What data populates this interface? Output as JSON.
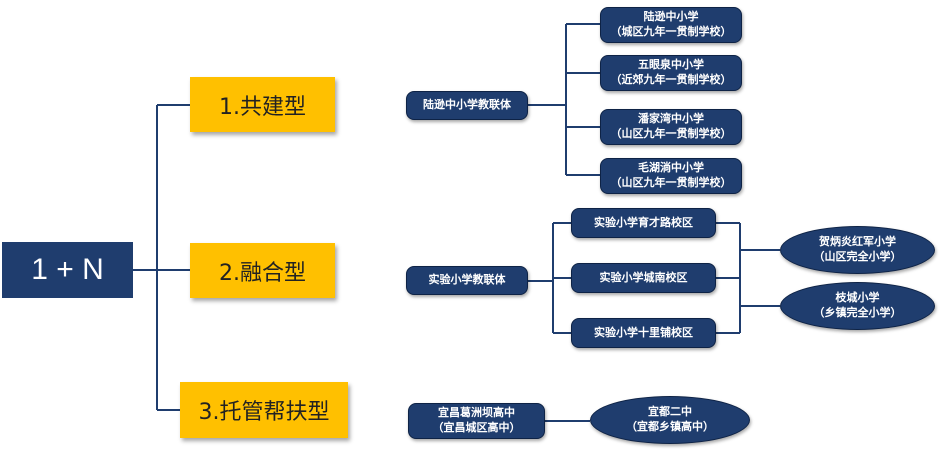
{
  "root": {
    "label": "1 + N"
  },
  "categories": [
    {
      "label": "1.共建型"
    },
    {
      "label": "2.融合型"
    },
    {
      "label": "3.托管帮扶型"
    }
  ],
  "groups": {
    "group1": {
      "alliance": {
        "line1": "陆逊中小学教联体"
      },
      "members": [
        {
          "line1": "陆逊中小学",
          "line2": "（城区九年一贯制学校）"
        },
        {
          "line1": "五眼泉中小学",
          "line2": "（近郊九年一贯制学校）"
        },
        {
          "line1": "潘家湾中小学",
          "line2": "（山区九年一贯制学校）"
        },
        {
          "line1": "毛湖淌中小学",
          "line2": "（山区九年一贯制学校）"
        }
      ]
    },
    "group2": {
      "alliance": {
        "line1": "实验小学教联体"
      },
      "campuses": [
        {
          "line1": "实验小学育才路校区"
        },
        {
          "line1": "实验小学城南校区"
        },
        {
          "line1": "实验小学十里铺校区"
        }
      ],
      "partners": [
        {
          "line1": "贺炳炎红军小学",
          "line2": "（山区完全小学）"
        },
        {
          "line1": "枝城小学",
          "line2": "（乡镇完全小学）"
        }
      ]
    },
    "group3": {
      "lead": {
        "line1": "宜昌葛洲坝高中",
        "line2": "（宜昌城区高中）"
      },
      "partner": {
        "line1": "宜都二中",
        "line2": "（宜都乡镇高中）"
      }
    }
  },
  "colors": {
    "navy": "#1f3d6e",
    "gold": "#ffc000",
    "connector": "#1f3d6e"
  }
}
